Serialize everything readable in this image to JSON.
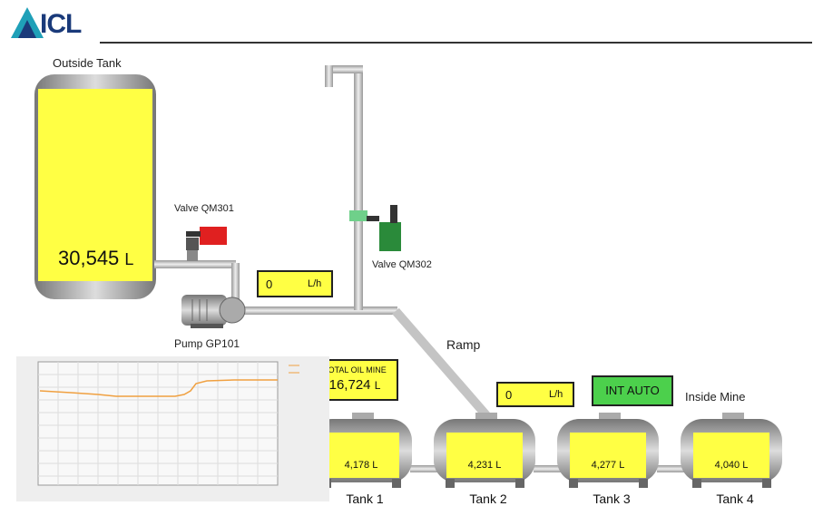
{
  "brand": {
    "logo_text": "ICL",
    "accent": "#1a3a7a"
  },
  "outside_tank": {
    "title": "Outside Tank",
    "volume": "30,545",
    "unit": "L"
  },
  "valve_qm301": {
    "label": "Valve QM301",
    "color": "#e02020"
  },
  "valve_qm302": {
    "label": "Valve QM302",
    "color": "#2a8a3a"
  },
  "pump": {
    "label": "Pump GP101"
  },
  "flow_1": {
    "value": "0",
    "unit": "L/h"
  },
  "flow_2": {
    "value": "0",
    "unit": "L/h"
  },
  "ramp": {
    "label": "Ramp"
  },
  "total": {
    "title": "TOTAL OIL MINE",
    "value": "16,724",
    "unit": "L"
  },
  "mode": {
    "label": "INT AUTO",
    "color": "#4cd04c"
  },
  "inside_mine": {
    "label": "Inside Mine"
  },
  "tanks": [
    {
      "name": "Tank 1",
      "volume": "4,178 L"
    },
    {
      "name": "Tank 2",
      "volume": "4,231 L"
    },
    {
      "name": "Tank 3",
      "volume": "4,277 L"
    },
    {
      "name": "Tank 4",
      "volume": "4,040 L"
    }
  ],
  "colors": {
    "liquid": "#ffff44",
    "pipe": "#b8b8b8",
    "tank_shell": "#999999"
  }
}
